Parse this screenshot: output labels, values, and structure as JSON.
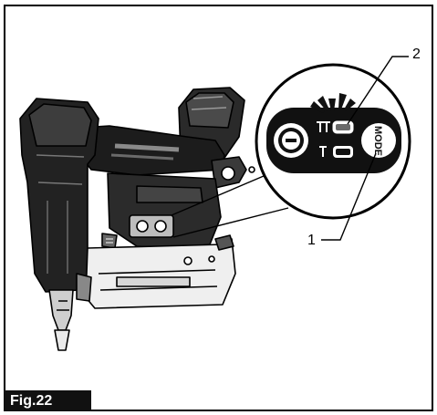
{
  "figure": {
    "label": "Fig.22",
    "callouts": {
      "one": "1",
      "two": "2"
    },
    "panel_text": "MODE",
    "icons": [
      "nailer-tool-illustration",
      "control-panel-zoom-icon",
      "mode-button-icon",
      "led-indicator-icon",
      "blink-rays-icon",
      "nail-depth-icon"
    ],
    "colors": {
      "ink": "#000000",
      "paper": "#ffffff",
      "label_bg": "#111111",
      "tool_dark": "#1c1c1c",
      "tool_mid": "#555555",
      "tool_light": "#cfcfcf"
    }
  }
}
